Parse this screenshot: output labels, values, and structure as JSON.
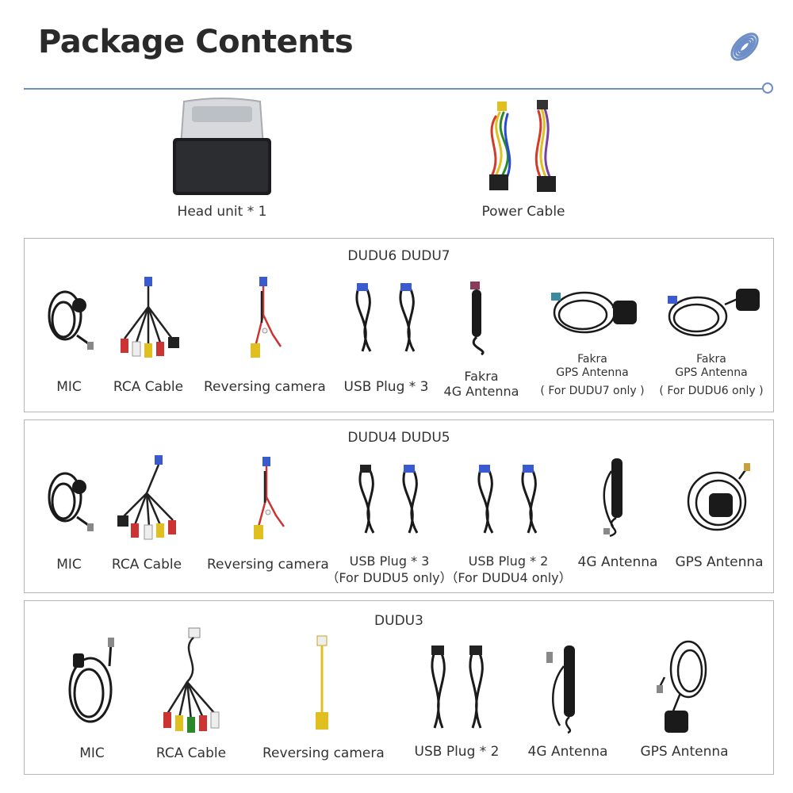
{
  "header": {
    "title": "Package Contents",
    "logo_icon": "coil-logo-icon",
    "accent_color": "#6d8ec6"
  },
  "top_items": [
    {
      "label": "Head unit * 1",
      "icon": "head-unit-icon"
    },
    {
      "label": "Power Cable",
      "icon": "power-cable-icon"
    }
  ],
  "sections": [
    {
      "title": "DUDU6  DUDU7",
      "items": [
        {
          "lines": [
            "MIC"
          ],
          "icon": "mic-icon"
        },
        {
          "lines": [
            "RCA Cable"
          ],
          "icon": "rca-cable-icon"
        },
        {
          "lines": [
            "Reversing camera"
          ],
          "icon": "reversing-camera-cable-icon"
        },
        {
          "lines": [
            "USB Plug * 3"
          ],
          "icon": "usb-plug-icon"
        },
        {
          "lines": [
            "Fakra",
            "4G Antenna"
          ],
          "icon": "4g-antenna-icon"
        },
        {
          "lines": [
            "Fakra",
            "GPS Antenna",
            "( For DUDU7 only )"
          ],
          "icon": "gps-antenna-icon"
        },
        {
          "lines": [
            "Fakra",
            "GPS Antenna",
            "( For DUDU6 only )"
          ],
          "icon": "gps-antenna-icon"
        }
      ]
    },
    {
      "title": "DUDU4  DUDU5",
      "items": [
        {
          "lines": [
            "MIC"
          ],
          "icon": "mic-icon"
        },
        {
          "lines": [
            "RCA Cable"
          ],
          "icon": "rca-cable-icon"
        },
        {
          "lines": [
            "Reversing camera"
          ],
          "icon": "reversing-camera-cable-icon"
        },
        {
          "lines": [
            "USB Plug * 3",
            "（For DUDU5 only）"
          ],
          "icon": "usb-plug-icon"
        },
        {
          "lines": [
            "USB Plug * 2",
            "（For DUDU4 only）"
          ],
          "icon": "usb-plug-icon"
        },
        {
          "lines": [
            "4G Antenna"
          ],
          "icon": "4g-antenna-icon"
        },
        {
          "lines": [
            "GPS Antenna"
          ],
          "icon": "gps-antenna-icon"
        }
      ]
    },
    {
      "title": "DUDU3",
      "items": [
        {
          "lines": [
            "MIC"
          ],
          "icon": "mic-icon"
        },
        {
          "lines": [
            "RCA Cable"
          ],
          "icon": "rca-cable-icon"
        },
        {
          "lines": [
            "Reversing camera"
          ],
          "icon": "reversing-camera-cable-icon"
        },
        {
          "lines": [
            "USB Plug * 2"
          ],
          "icon": "usb-plug-icon"
        },
        {
          "lines": [
            "4G Antenna"
          ],
          "icon": "4g-antenna-icon"
        },
        {
          "lines": [
            "GPS Antenna"
          ],
          "icon": "gps-antenna-icon"
        }
      ]
    }
  ]
}
